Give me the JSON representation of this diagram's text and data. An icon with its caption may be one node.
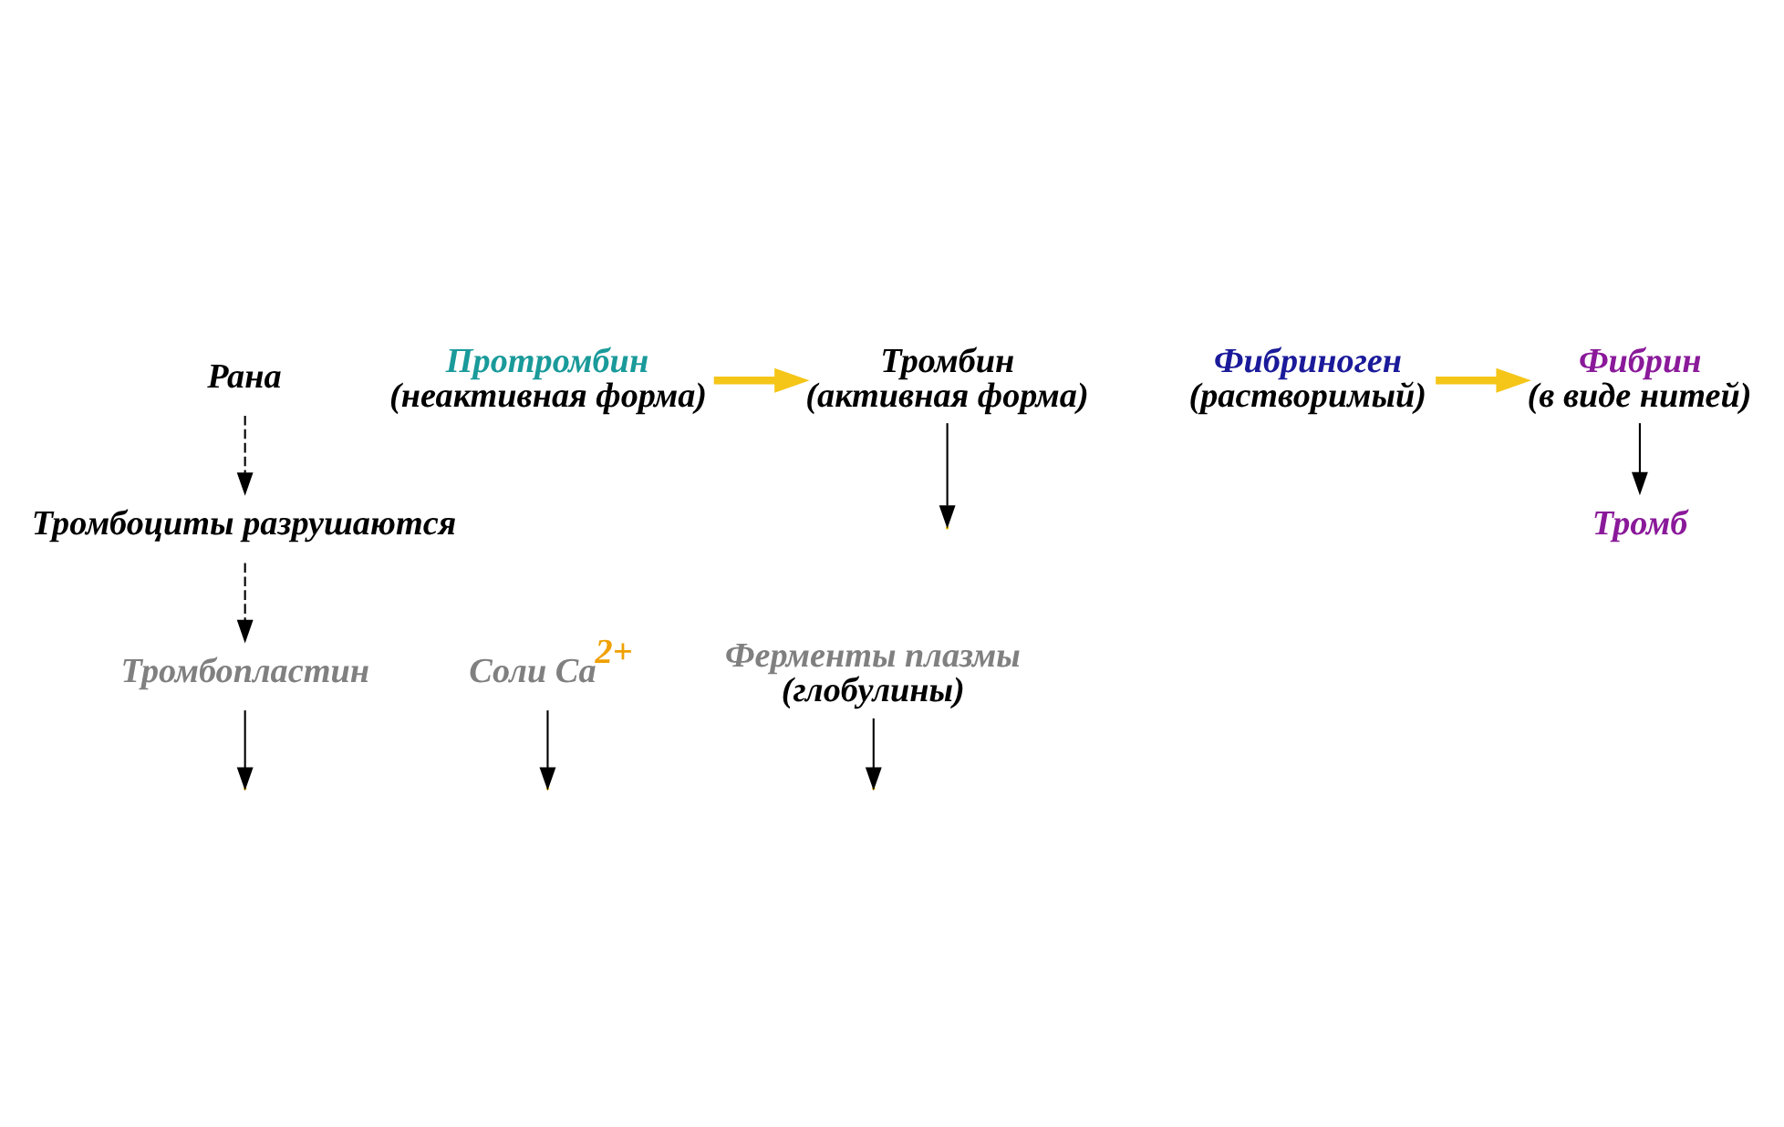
{
  "diagram": {
    "nodes": [
      {
        "text": [
          "Рана"
        ]
      },
      {
        "text": [
          "Тромбоциты разрушаются"
        ]
      },
      {
        "text": [
          "Соли Са$^{2+}$"
        ]
      },
      {
        "text": [
          "Тромбопластин"
        ]
      },
      {
        "text": [
          "Ферменты плазмы",
          "(глобулины)"
        ]
      },
      {
        "text": [
          "Протромбин",
          "(неактивная форма)"
        ]
      },
      {
        "text": [
          "Тромбин",
          "(активная форма)"
        ]
      },
      {
        "text": [
          "Фибриноген",
          "(растворимый)"
        ]
      },
      {
        "text": [
          "Фибрин",
          "(в виде нитей)"
        ]
      },
      {
        "text": [
          "Тромб"
        ]
      }
    ],
    "edges": [
      {
        "from": 0,
        "to": 1,
        "arrow": "to",
        "style": "dashed"
      },
      {
        "from": 1,
        "to": 3,
        "arrow": "to",
        "style": "dashed"
      },
      {
        "from": 2,
        "to": null,
        "arrow": "to"
      },
      {
        "from": 3,
        "to": null,
        "arrow": "to"
      },
      {
        "from": 4,
        "to": null,
        "arrow": "to"
      },
      {
        "from": 5,
        "to": 6,
        "arrow": "to",
        "style": "thick",
        "color": "#f5c518"
      },
      {
        "from": 6,
        "to": null,
        "arrow": "to"
      },
      {
        "from": 7,
        "to": 8,
        "arrow": "to",
        "style": "thick",
        "color": "#f5c518"
      },
      {
        "from": 8,
        "to": 9,
        "arrow": "to"
      }
    ]
  }
}
